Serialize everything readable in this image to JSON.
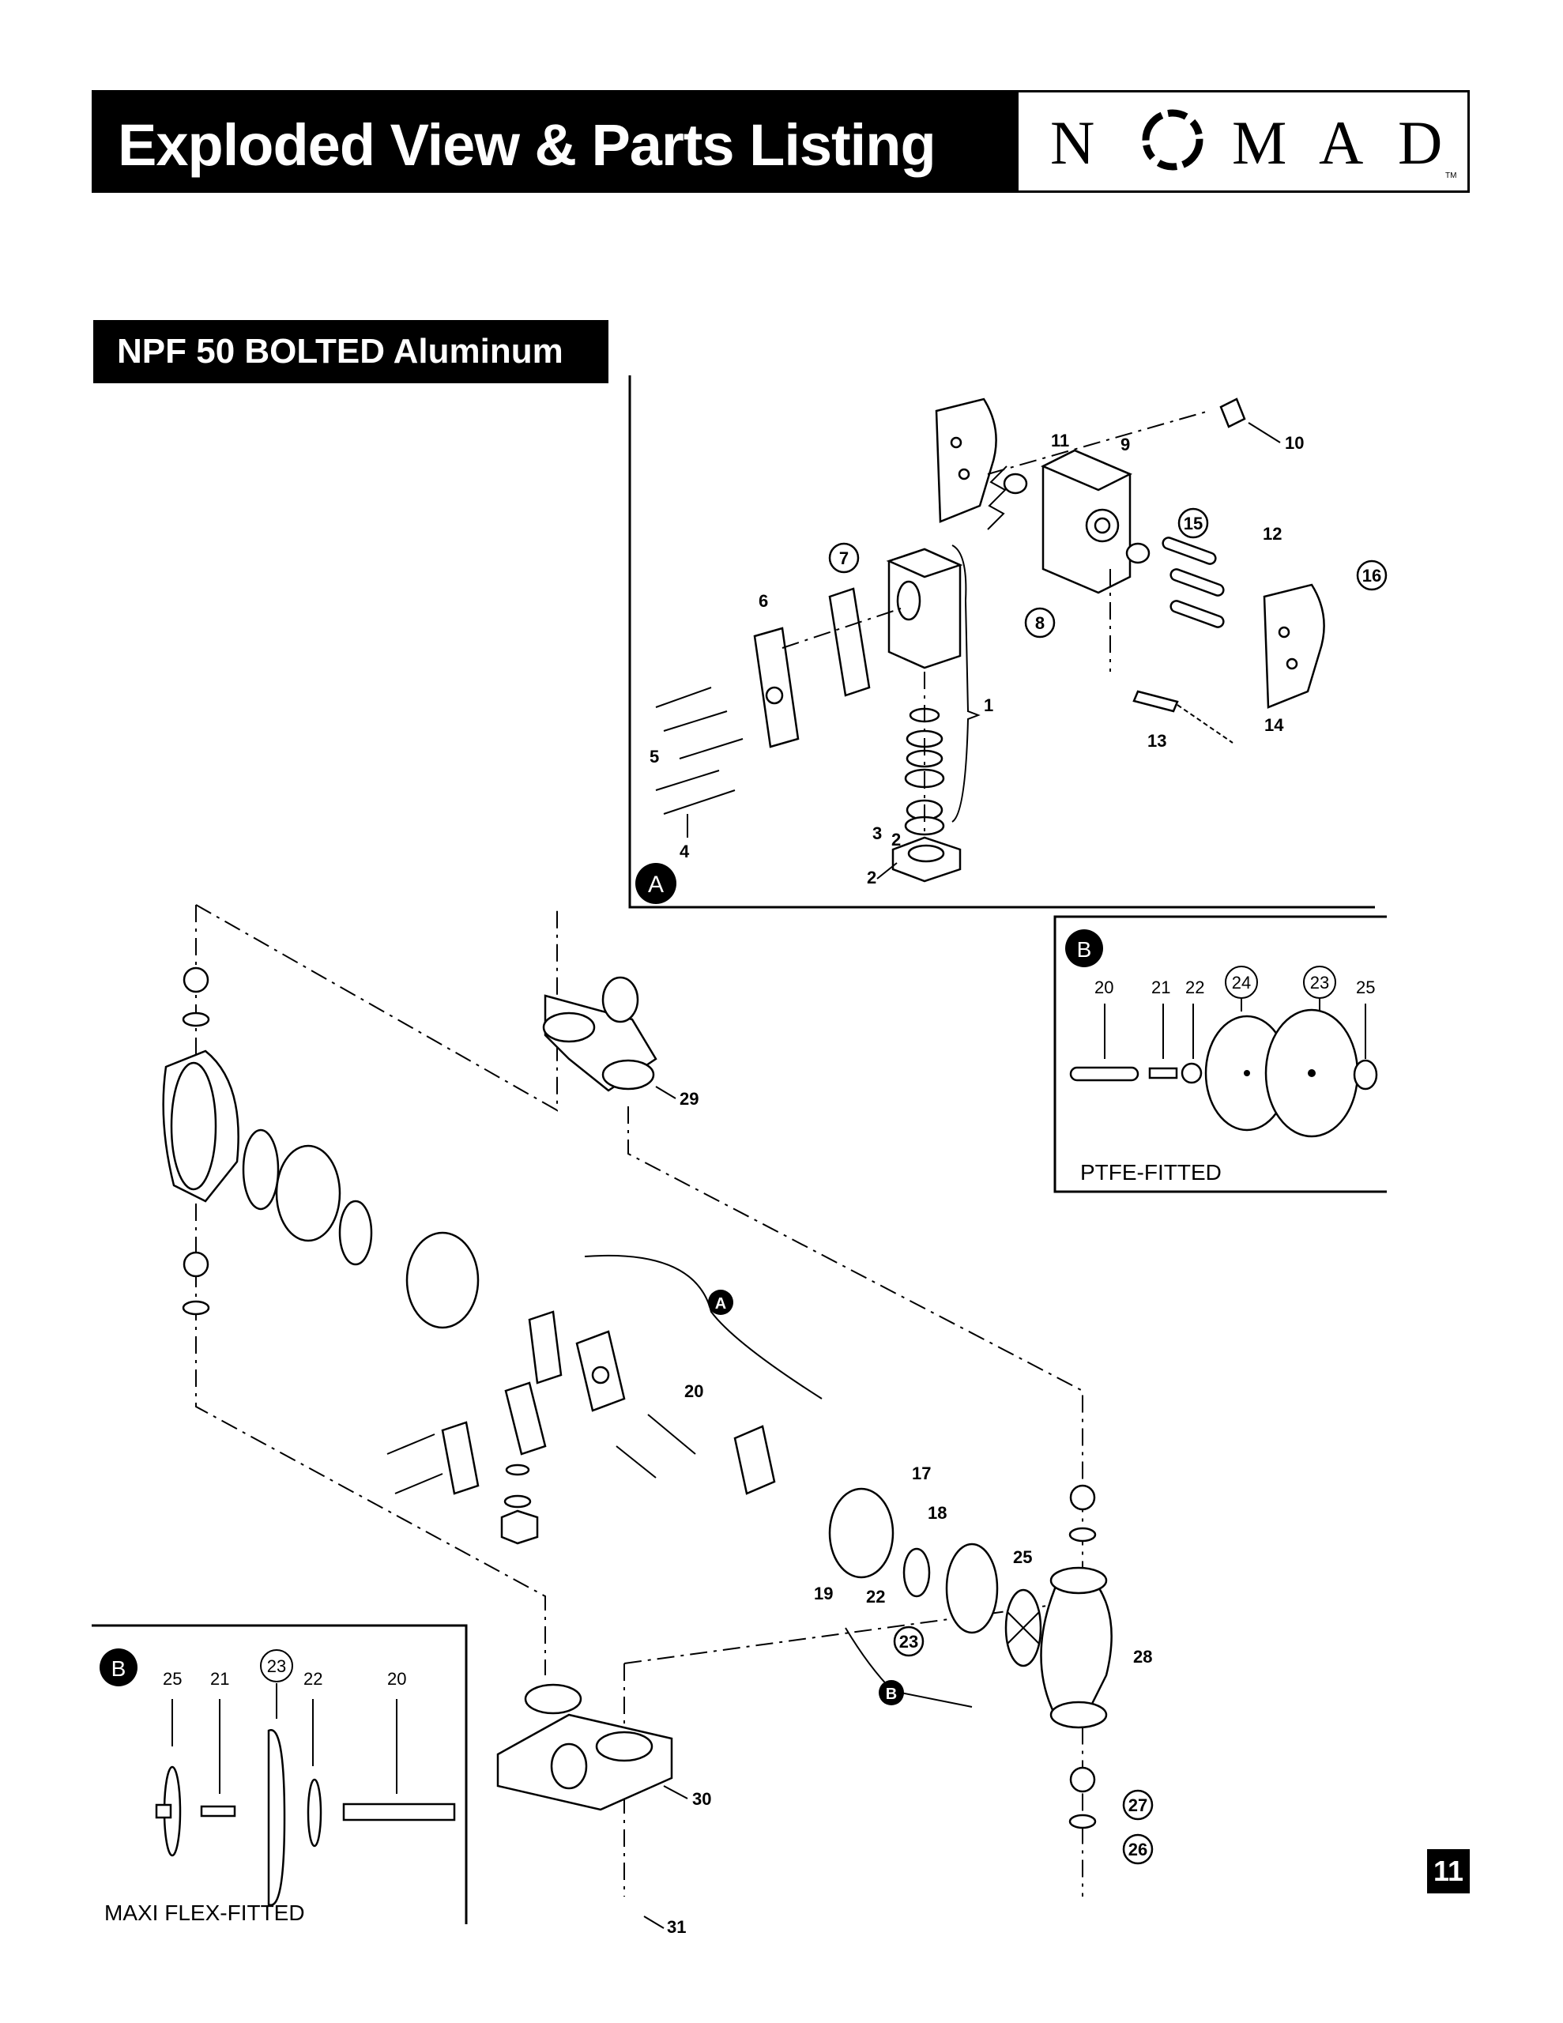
{
  "header": {
    "title": "Exploded View & Parts Listing",
    "logo_text": "N O M A D",
    "trademark": "TM"
  },
  "section": {
    "title": "NPF 50 BOLTED Aluminum"
  },
  "page_number": "11",
  "detail_a": {
    "badge": "A"
  },
  "detail_b_ptfe": {
    "badge": "B",
    "caption": "PTFE-FITTED",
    "part_numbers": [
      "20",
      "21",
      "22",
      "24",
      "23",
      "25"
    ]
  },
  "detail_b_maxi": {
    "badge": "B",
    "caption": "MAXI FLEX-FITTED",
    "part_numbers": [
      "25",
      "21",
      "23",
      "22",
      "20"
    ]
  },
  "callouts_a": [
    "1",
    "2",
    "2",
    "3",
    "4",
    "5",
    "6",
    "7",
    "8",
    "9",
    "10",
    "11",
    "12",
    "13",
    "14",
    "15",
    "16"
  ],
  "callouts_main": [
    "17",
    "18",
    "19",
    "20",
    "22",
    "23",
    "25",
    "26",
    "27",
    "28",
    "29",
    "30",
    "31"
  ],
  "main_badges": [
    "A",
    "B"
  ],
  "colors": {
    "ink": "#000000",
    "paper": "#ffffff"
  }
}
